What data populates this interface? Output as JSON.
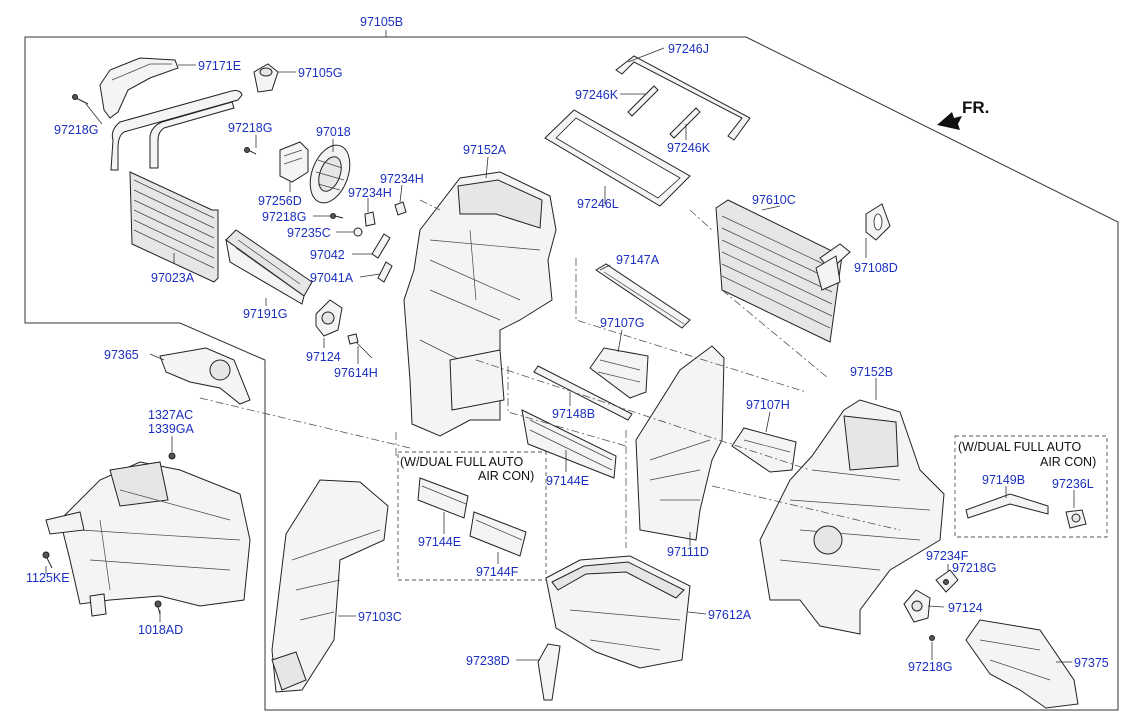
{
  "colors": {
    "label": "#1a2fbf",
    "line": "#222222",
    "background": "#ffffff"
  },
  "direction": {
    "text": "FR.",
    "icon": "front-arrow-icon"
  },
  "notes": {
    "dual_auto_1": {
      "line1": "(W/DUAL FULL AUTO",
      "line2": "AIR CON)"
    },
    "dual_auto_2": {
      "line1": "(W/DUAL FULL AUTO",
      "line2": "AIR CON)"
    }
  },
  "labels": {
    "p97105B": "97105B",
    "p97171E": "97171E",
    "p97105G": "97105G",
    "p97218G_a": "97218G",
    "p97218G_b": "97218G",
    "p97018": "97018",
    "p97256D": "97256D",
    "p97218G_c": "97218G",
    "p97023A": "97023A",
    "p97234H_a": "97234H",
    "p97234H_b": "97234H",
    "p97235C": "97235C",
    "p97042": "97042",
    "p97041A": "97041A",
    "p97191G": "97191G",
    "p97124_a": "97124",
    "p97614H": "97614H",
    "p97152A": "97152A",
    "p97246J": "97246J",
    "p97246K_a": "97246K",
    "p97246K_b": "97246K",
    "p97246L": "97246L",
    "p97610C": "97610C",
    "p97108D": "97108D",
    "p97147A": "97147A",
    "p97107G": "97107G",
    "p97152B": "97152B",
    "p97107H": "97107H",
    "p97148B": "97148B",
    "p97144E_a": "97144E",
    "p97144E_b": "97144E",
    "p97144F": "97144F",
    "p97111D": "97111D",
    "p97149B": "97149B",
    "p97236L": "97236L",
    "p97234F": "97234F",
    "p97218G_d": "97218G",
    "p97124_b": "97124",
    "p97218G_e": "97218G",
    "p97375": "97375",
    "p97612A": "97612A",
    "p97238D": "97238D",
    "p97103C": "97103C",
    "p97365": "97365",
    "p1327AC": "1327AC",
    "p1339GA": "1339GA",
    "p1125KE": "1125KE",
    "p1018AD": "1018AD"
  }
}
